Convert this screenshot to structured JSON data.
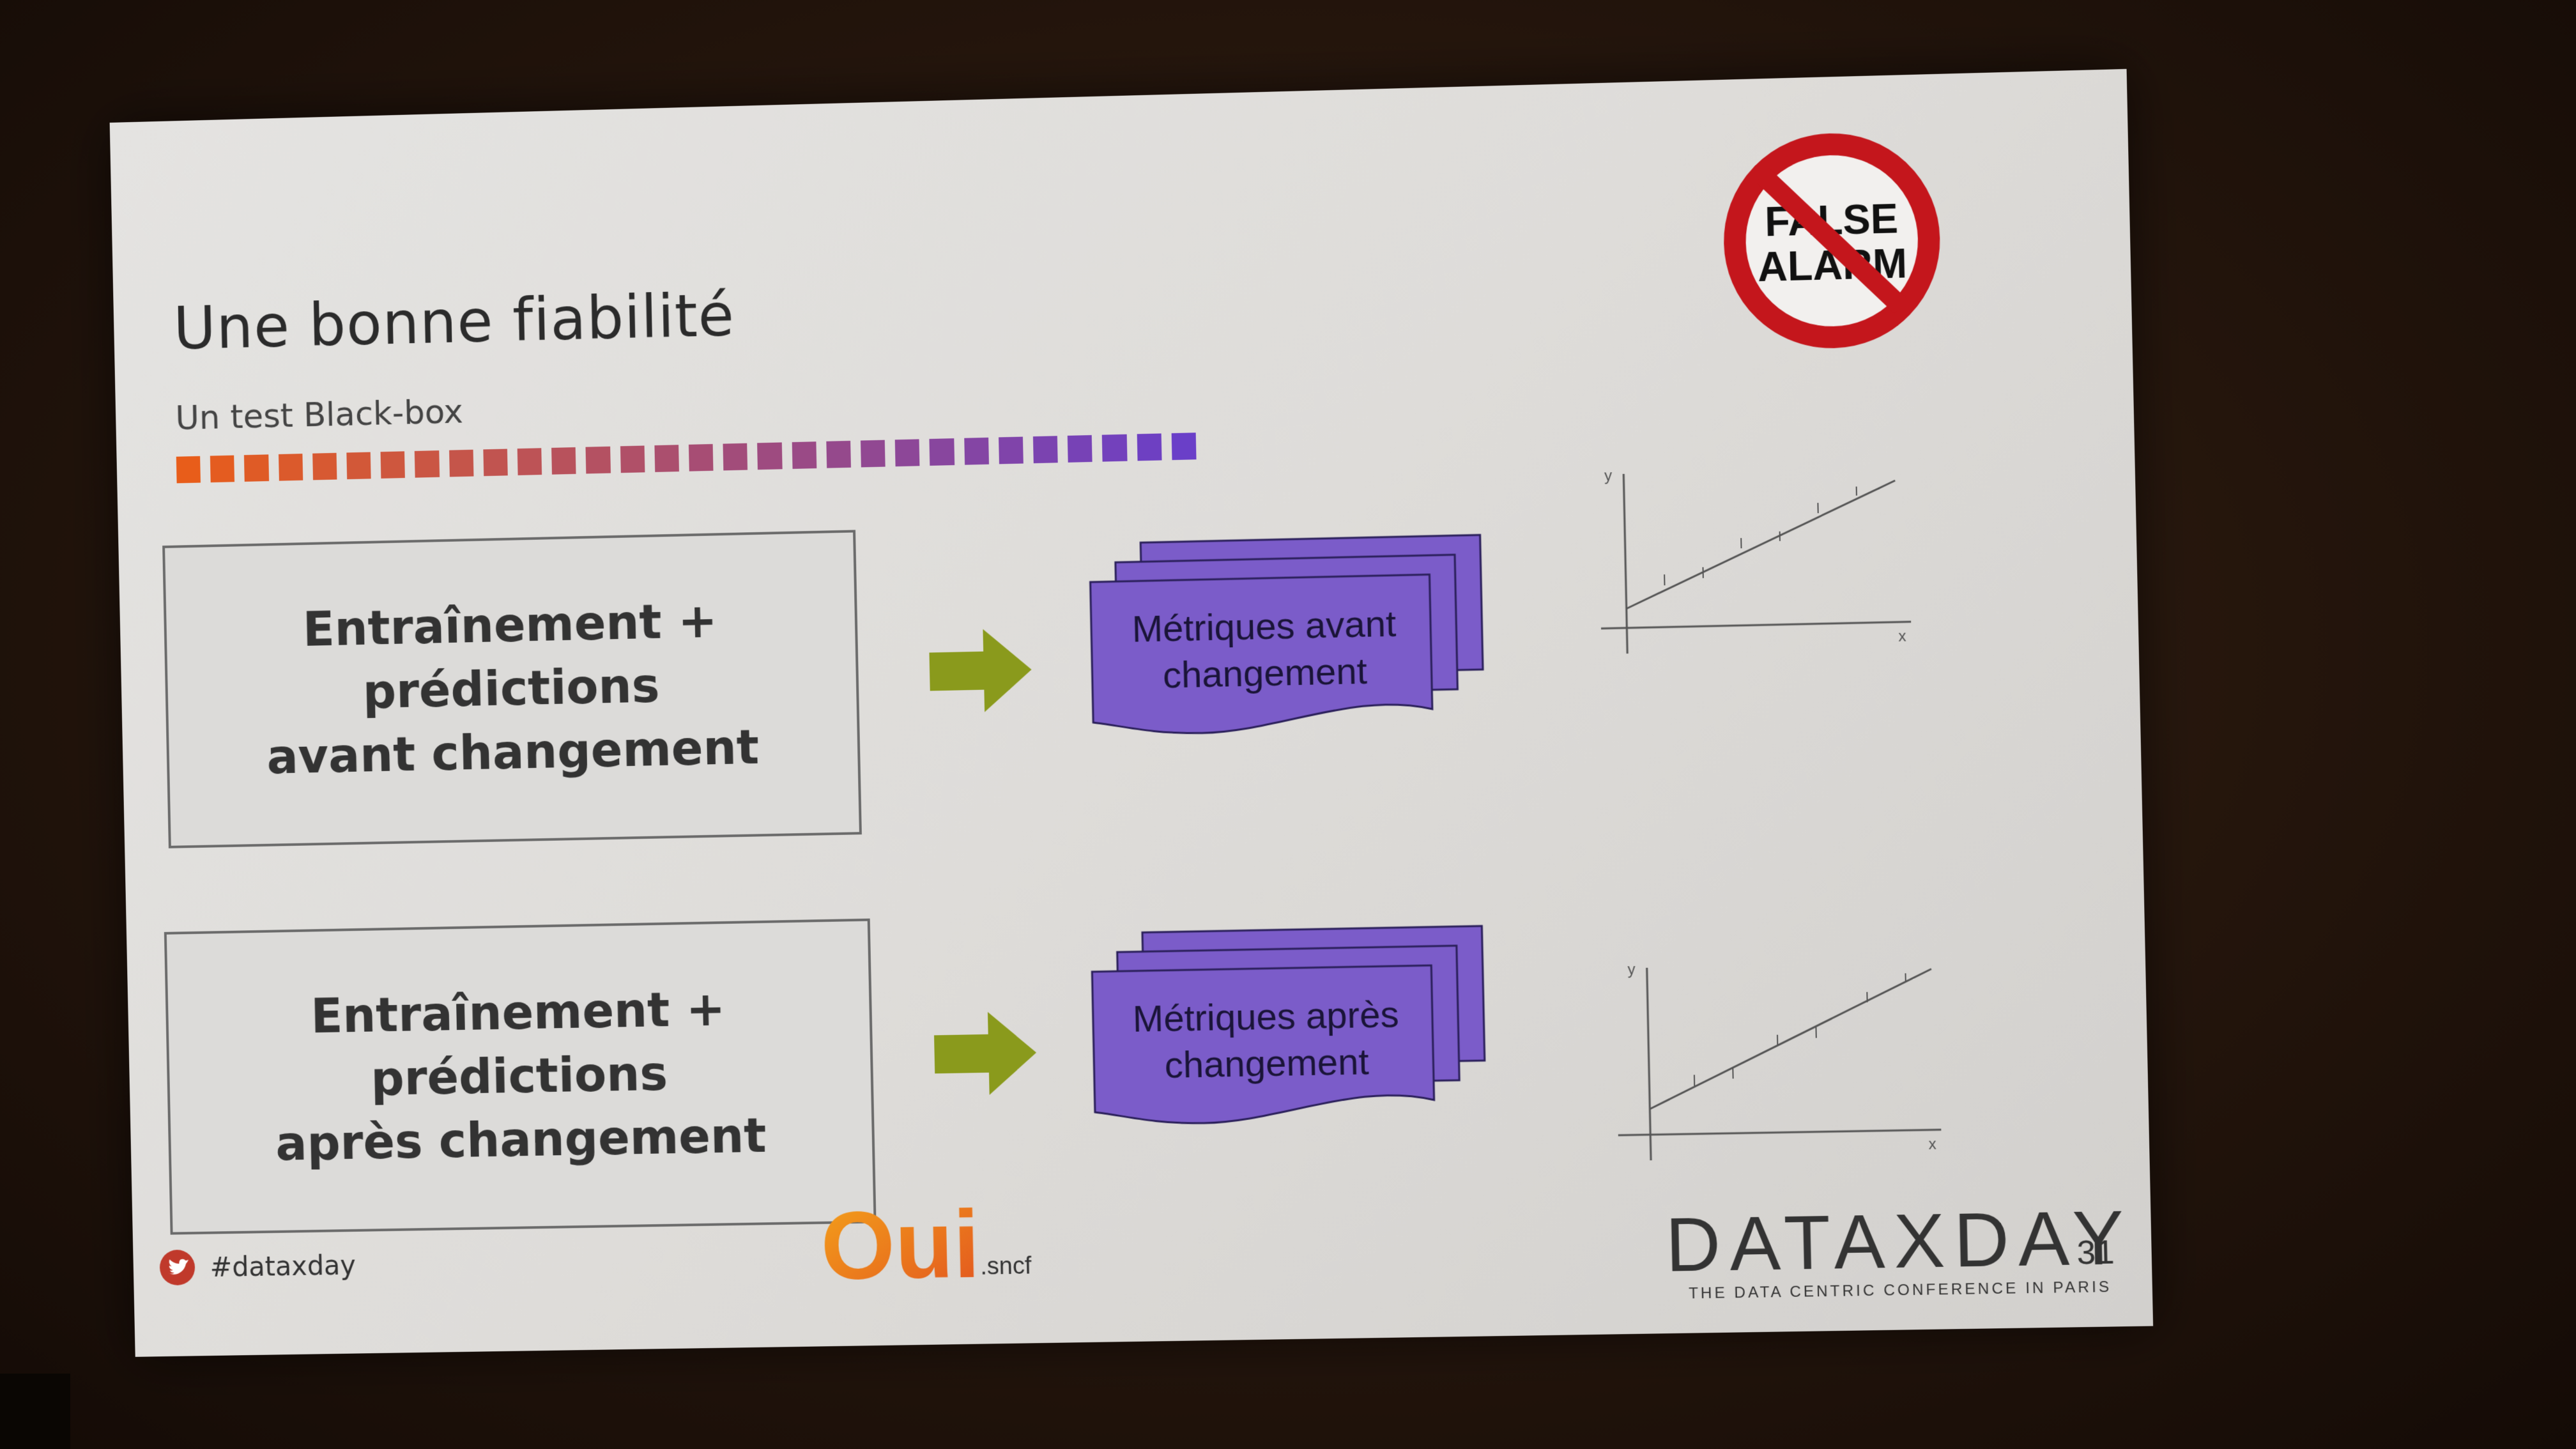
{
  "slide": {
    "title": "Une bonne fiabilité",
    "subtitle": "Un test Black-box",
    "row1": {
      "box_text": "Entraînement + prédictions\navant changement",
      "doc_text": "Métriques avant\nchangement"
    },
    "row2": {
      "box_text": "Entraînement + prédictions\naprès changement",
      "doc_text": "Métriques après\nchangement"
    },
    "badge": {
      "line1": "FALSE",
      "line2": "ALARM"
    },
    "plot_axes": {
      "y": "y",
      "x": "x"
    },
    "footer": {
      "hashtag": "#dataxday",
      "logo_main": "Oui",
      "logo_suffix": ".sncf",
      "brand_name": "DATAXDAY",
      "brand_tagline": "THE DATA CENTRIC CONFERENCE IN PARIS",
      "page_number": "31"
    }
  },
  "colors": {
    "doc_fill": "#7b5cc9",
    "arrow_fill": "#8a9a1c",
    "gradient_start": "#e85d1a",
    "gradient_end": "#6a3fc8",
    "no_sign": "#c4161c",
    "twitter_badge": "#c0392b"
  },
  "icons": [
    "twitter-icon",
    "right-arrow-icon",
    "no-sign-icon"
  ]
}
